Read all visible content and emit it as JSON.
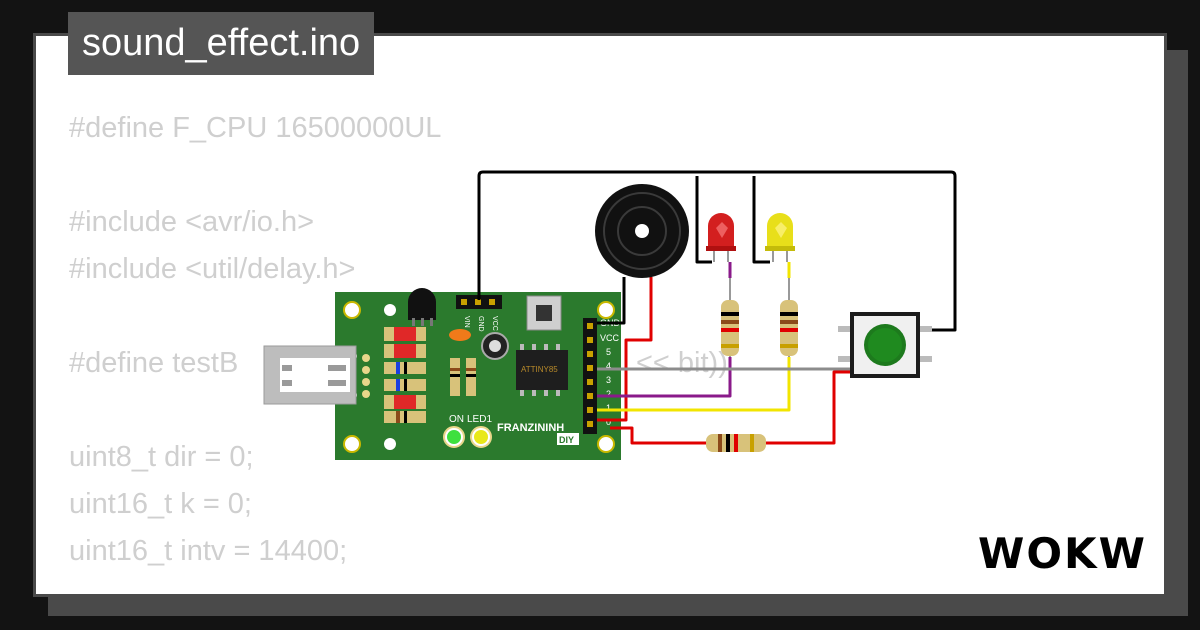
{
  "file": {
    "title": "sound_effect.ino"
  },
  "code": {
    "lines": [
      "#define F_CPU 16500000UL",
      "",
      "#include <avr/io.h>",
      "#include <util/delay.h>",
      "",
      "#define testB",
      "",
      "uint8_t dir = 0;",
      "uint16_t k = 0;",
      "uint16_t intv = 14400;"
    ],
    "obscured_fragment": "<< bit))"
  },
  "board": {
    "brand": "FRANZININH",
    "brand_suffix": "DIY",
    "chip_label": "ATTINY85",
    "on_label": "ON",
    "led_label": "LED1",
    "top_pins": [
      "VIN",
      "GND",
      "VCC"
    ],
    "header_pins": [
      "GND",
      "VCC",
      "5",
      "4",
      "3",
      "2",
      "1",
      "0"
    ]
  },
  "brand_logo": {
    "text": "WOKWi"
  },
  "colors": {
    "background": "#131313",
    "card": "#ffffff",
    "card_border": "#4a4a4a",
    "board_green": "#2b7a2d",
    "wire_red": "#e00000",
    "wire_yellow": "#f2e500",
    "wire_purple": "#8a1a8a",
    "wire_gray": "#8c8c8c",
    "wire_black": "#000000",
    "led_red": "#d31f1f",
    "led_yellow": "#e8df1a",
    "button_green": "#1d7a1d"
  }
}
